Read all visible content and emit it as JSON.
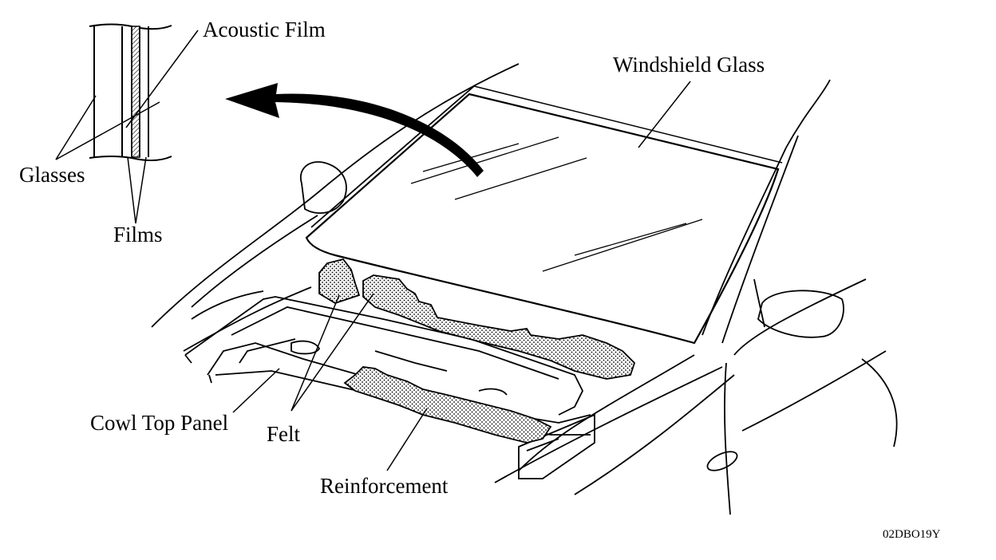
{
  "labels": {
    "acoustic_film": "Acoustic Film",
    "glasses": "Glasses",
    "films": "Films",
    "windshield_glass": "Windshield Glass",
    "cowl_top_panel": "Cowl Top Panel",
    "felt": "Felt",
    "reinforcement": "Reinforcement"
  },
  "figure_code": "02DBO19Y"
}
